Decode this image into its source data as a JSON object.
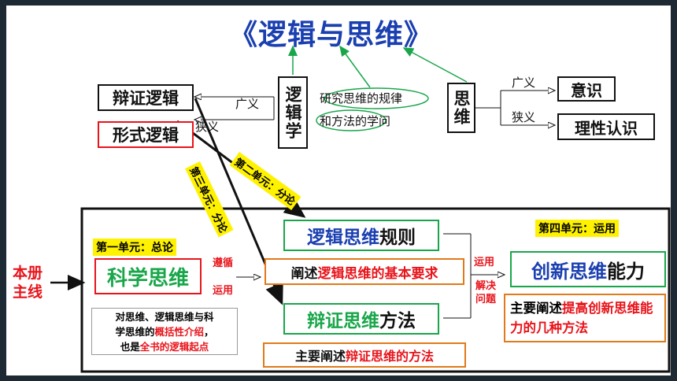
{
  "colors": {
    "red": "#e8141b",
    "green": "#19a64a",
    "blue": "#1a3fb0",
    "highlight": "#fff200",
    "dark": "#111111"
  },
  "title": "《逻辑与思维》",
  "nodes": {
    "dialectical_logic": "辩证逻辑",
    "formal_logic": "形式逻辑",
    "logic": "逻辑学",
    "logic_def": [
      "研究思维的规律",
      "和方法的学问"
    ],
    "thinking": "思维",
    "consciousness": "意识",
    "rational": "理性认识",
    "broad1": "广义",
    "narrow1": "狭义",
    "broad2": "广义",
    "narrow2": "狭义"
  },
  "main_line": [
    "本册",
    "主线"
  ],
  "unit1": {
    "tag": "第一单元：总论",
    "title": "科学思维",
    "desc": [
      "对思维、逻辑思维与科",
      "学思维的",
      "概括性介绍",
      "，",
      "也是",
      "全书的逻辑起点"
    ]
  },
  "unit2": {
    "tag": "第二单元：分论",
    "title_a": "逻辑思维",
    "title_b": "规则",
    "desc_a": "阐述",
    "desc_b": "逻辑思维的基本要求"
  },
  "unit3": {
    "tag": "第三单元：分论",
    "title_a": "辩证思维",
    "title_b": "方法",
    "desc_a": "主要阐述",
    "desc_b": "辩证思维的方法"
  },
  "unit4": {
    "tag": "第四单元：运用",
    "title_a": "创新思维",
    "title_b": "能力",
    "desc_a": "主要阐述",
    "desc_b": "提高创新思维能力的几种方法"
  },
  "edges": {
    "follow": "遵循",
    "apply1": "运用",
    "apply2": "运用",
    "solve": "解决问题"
  }
}
